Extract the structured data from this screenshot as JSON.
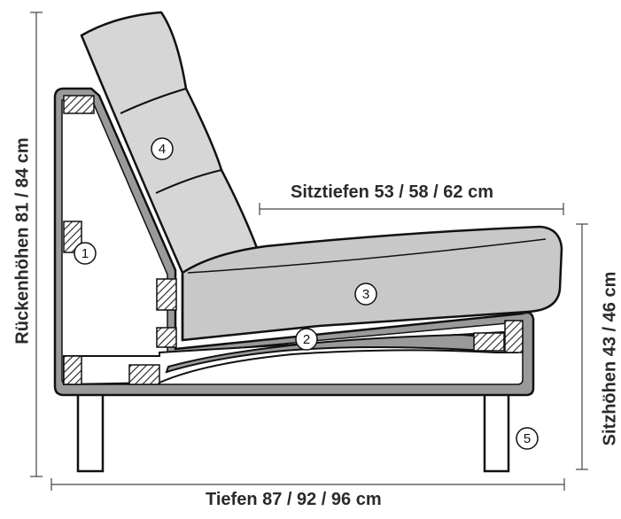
{
  "labels": {
    "seat_depth": "Sitztiefen 53 / 58 / 62 cm",
    "depth": "Tiefen 87 / 92 / 96 cm",
    "back_height": "Rückenhöhen 81 / 84 cm",
    "seat_height": "Sitzhöhen 43 / 46 cm"
  },
  "callouts": [
    "1",
    "2",
    "3",
    "4",
    "5"
  ],
  "colors": {
    "frame_gray": "#9a9a9a",
    "cushion_gray": "#c8c8c8",
    "back_gray": "#d6d6d6",
    "outline": "#111111",
    "hatch": "#222222"
  }
}
